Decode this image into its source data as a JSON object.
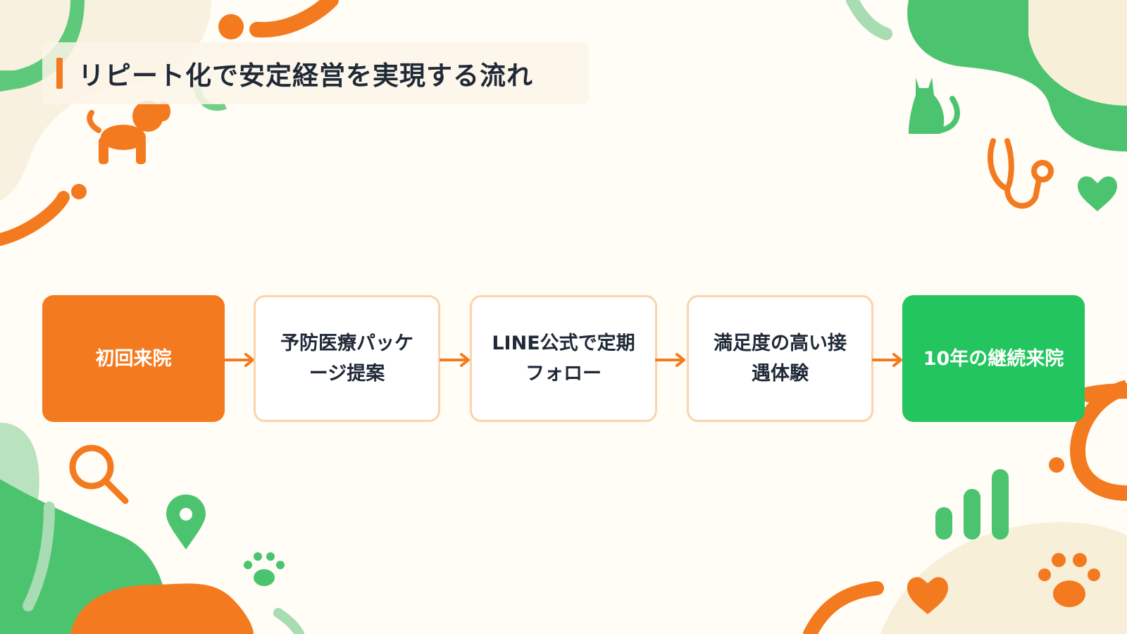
{
  "title": "リピート化で安定経営を実現する流れ",
  "steps": [
    {
      "label": "初回来院"
    },
    {
      "label": "予防医療パッケージ提案"
    },
    {
      "label": "LINE公式で定期フォロー"
    },
    {
      "label": "満足度の高い接遇体験"
    },
    {
      "label": "10年の継続来院"
    }
  ],
  "icons": {
    "decor": [
      "dog-icon",
      "cat-icon",
      "stethoscope-icon",
      "heart-icon",
      "search-icon",
      "map-pin-icon",
      "paw-icon",
      "bar-chart-icon"
    ]
  },
  "colors": {
    "accent": "#f47a20",
    "green": "#22c55e",
    "light_green": "#4cc46f",
    "border": "#fbd3ad",
    "background": "#fffdf5"
  }
}
